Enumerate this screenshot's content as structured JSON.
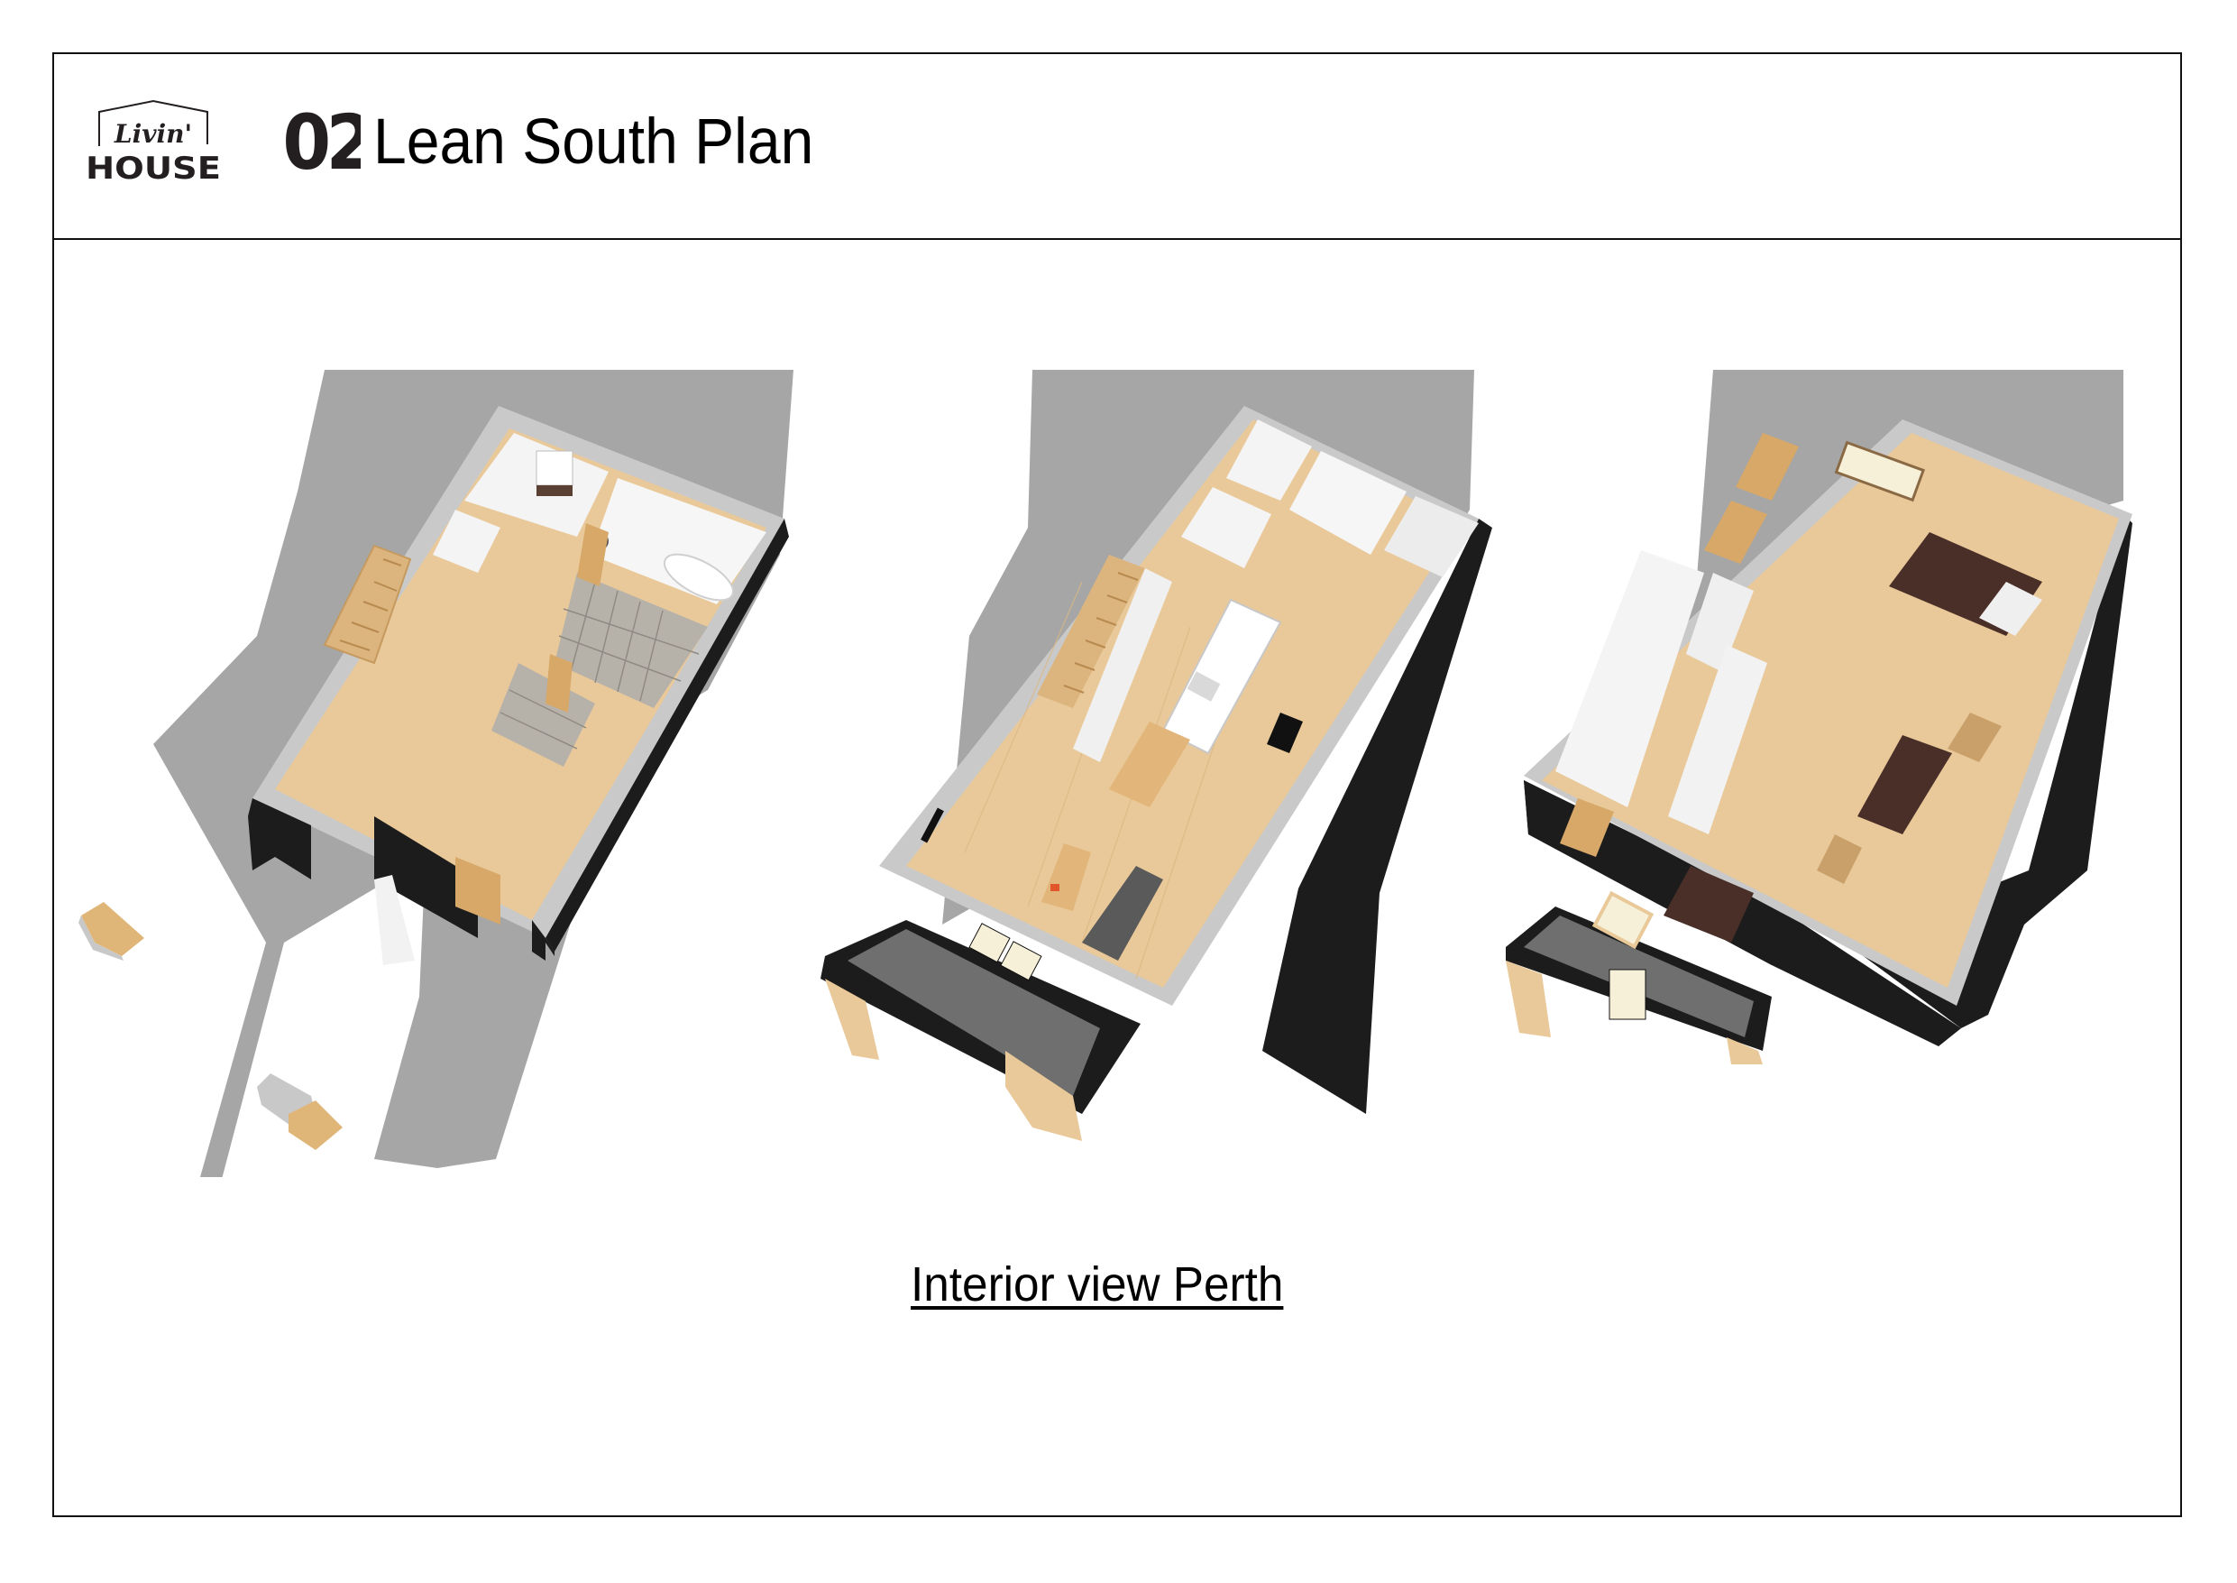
{
  "header": {
    "logo": {
      "script_text": "Livin'",
      "word_text": "HOUSE",
      "icon": "house-outline-icon"
    },
    "plan_number": "02",
    "plan_title": "Lean South Plan"
  },
  "renders": [
    {
      "id": "ground-floor",
      "description": "3D cutaway render: entrance, staircase, toilet, washroom, bathroom, tiled storage rooms"
    },
    {
      "id": "first-floor",
      "description": "3D cutaway render: living room, dining table, kitchen island, staircase, toilet, balcony"
    },
    {
      "id": "second-floor",
      "description": "3D cutaway render: bedrooms with beds, desks, closets, staircase, windows"
    }
  ],
  "caption": "Interior view Perth",
  "colors": {
    "shadow": "#a6a6a6",
    "wall_top": "#c9c9c9",
    "wall_inner": "#f2f2f2",
    "wood_floor": "#e9c999",
    "wood_dark": "#d7a868",
    "exterior_black": "#1c1c1c",
    "tile": "#b6b1a9",
    "bed": "#4a2f28"
  }
}
